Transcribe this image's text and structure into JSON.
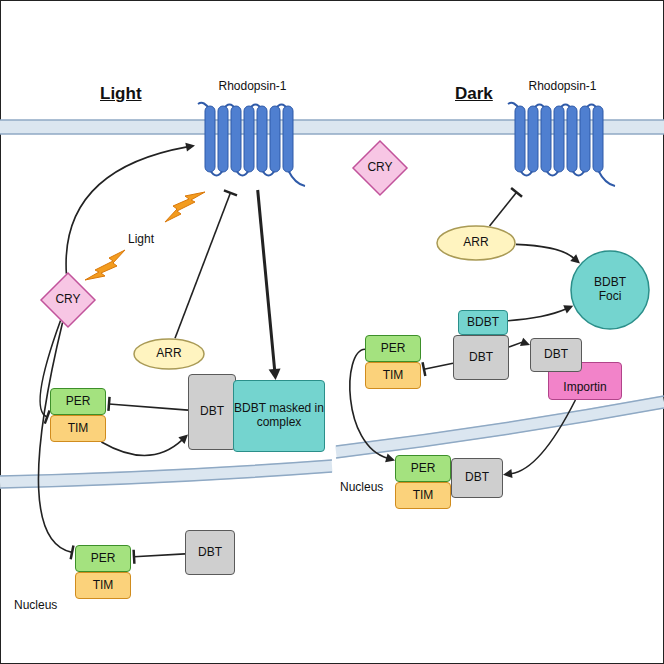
{
  "diagram": {
    "nodes": [
      {
        "text": [
          "CRY"
        ]
      },
      {
        "text": [
          "Rhodopsin-1"
        ]
      },
      {
        "text": [
          "ARR"
        ]
      },
      {
        "text": [
          "PER"
        ]
      },
      {
        "text": [
          "TIM"
        ]
      },
      {
        "text": [
          "DBT"
        ]
      },
      {
        "text": [
          "BDBT masked in complex"
        ]
      },
      {
        "text": [
          "PER"
        ]
      },
      {
        "text": [
          "TIM"
        ]
      },
      {
        "text": [
          "DBT"
        ]
      },
      {
        "text": [
          "Rhodopsin-1"
        ]
      },
      {
        "text": [
          "CRY"
        ]
      },
      {
        "text": [
          "ARR"
        ]
      },
      {
        "text": [
          "BDBT Foci"
        ]
      },
      {
        "text": [
          "PER"
        ]
      },
      {
        "text": [
          "TIM"
        ]
      },
      {
        "text": [
          "BDBT"
        ]
      },
      {
        "text": [
          "DBT"
        ]
      },
      {
        "text": [
          "DBT"
        ]
      },
      {
        "text": [
          "Importin"
        ]
      },
      {
        "text": [
          "PER"
        ]
      },
      {
        "text": [
          "TIM"
        ]
      },
      {
        "text": [
          "DBT"
        ]
      }
    ],
    "edges": [
      {
        "from": 0,
        "to": 1,
        "arrow": "to"
      },
      {
        "from": 2,
        "to": 1,
        "arrow": "to"
      },
      {
        "from": 1,
        "to": 6,
        "arrow": "to"
      },
      {
        "from": 0,
        "to": 4,
        "arrow": "to"
      },
      {
        "from": 0,
        "to": 7,
        "arrow": "to"
      },
      {
        "from": 5,
        "to": 3,
        "arrow": "to"
      },
      {
        "from": 4,
        "to": 5,
        "arrow": "to"
      },
      {
        "from": 9,
        "to": 7,
        "arrow": "to"
      },
      {
        "from": 12,
        "to": 10,
        "arrow": "to"
      },
      {
        "from": 12,
        "to": 13,
        "arrow": "to"
      },
      {
        "from": 16,
        "to": 13,
        "arrow": "to"
      },
      {
        "from": 17,
        "to": 15,
        "arrow": "to"
      },
      {
        "from": 14,
        "to": 20,
        "arrow": "to"
      },
      {
        "from": 17,
        "to": 18,
        "arrow": "to"
      },
      {
        "from": 19,
        "to": 22,
        "arrow": "to"
      }
    ],
    "labels": [
      "Light",
      "Light",
      "Nucleus",
      "Dark",
      "Nucleus"
    ]
  }
}
